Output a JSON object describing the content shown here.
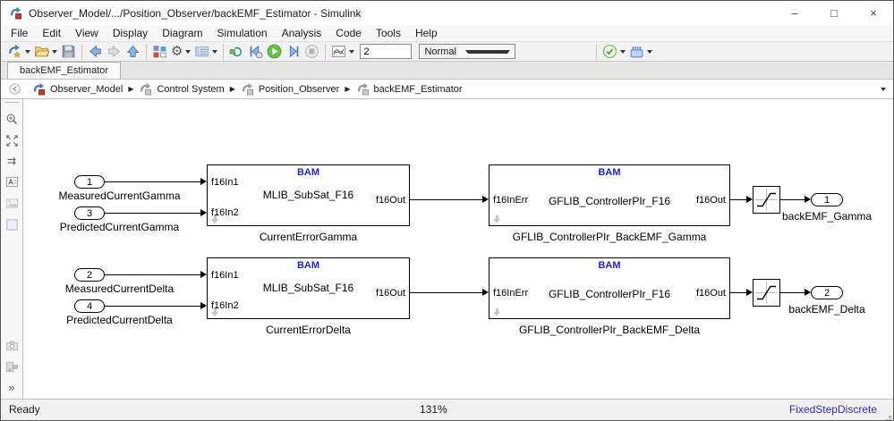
{
  "window": {
    "title": "Observer_Model/.../Position_Observer/backEMF_Estimator - Simulink",
    "minimize_glyph": "–",
    "maximize_glyph": "□",
    "close_glyph": "×"
  },
  "menu": {
    "items": [
      "File",
      "Edit",
      "View",
      "Display",
      "Diagram",
      "Simulation",
      "Analysis",
      "Code",
      "Tools",
      "Help"
    ]
  },
  "toolbar": {
    "stop_time": "2",
    "sim_mode": "Normal"
  },
  "tabs": [
    {
      "label": "backEMF_Estimator"
    }
  ],
  "breadcrumb": {
    "items": [
      "Observer_Model",
      "Control System",
      "Position_Observer",
      "backEMF_Estimator"
    ],
    "separator": "▶"
  },
  "icons": {
    "gear": "⚙",
    "signal_routing": "⇉",
    "expand_chevrons": "»"
  },
  "colors": {
    "bam_badge": "#2222cc",
    "run_green": "#66b84d",
    "solver_text": "#2e2eb8",
    "accent_blue": "#4a7ab5"
  },
  "canvas": {
    "rows": [
      {
        "inport_a": {
          "num": "1",
          "label": "MeasuredCurrentGamma"
        },
        "inport_b": {
          "num": "3",
          "label": "PredictedCurrentGamma"
        },
        "block1": {
          "badge": "BAM",
          "name": "MLIB_SubSat_F16",
          "port_in1": "f16In1",
          "port_in2": "f16In2",
          "port_out": "f16Out",
          "caption": "CurrentErrorGamma"
        },
        "block2": {
          "badge": "BAM",
          "name": "GFLIB_ControllerPIr_F16",
          "port_in": "f16InErr",
          "port_out": "f16Out",
          "caption": "GFLIB_ControllerPIr_BackEMF_Gamma"
        },
        "outport": {
          "num": "1",
          "label": "backEMF_Gamma"
        }
      },
      {
        "inport_a": {
          "num": "2",
          "label": "MeasuredCurrentDelta"
        },
        "inport_b": {
          "num": "4",
          "label": "PredictedCurrentDelta"
        },
        "block1": {
          "badge": "BAM",
          "name": "MLIB_SubSat_F16",
          "port_in1": "f16In1",
          "port_in2": "f16In2",
          "port_out": "f16Out",
          "caption": "CurrentErrorDelta"
        },
        "block2": {
          "badge": "BAM",
          "name": "GFLIB_ControllerPIr_F16",
          "port_in": "f16InErr",
          "port_out": "f16Out",
          "caption": "GFLIB_ControllerPIr_BackEMF_Delta"
        },
        "outport": {
          "num": "2",
          "label": "backEMF_Delta"
        }
      }
    ]
  },
  "statusbar": {
    "status": "Ready",
    "zoom": "131%",
    "solver": "FixedStepDiscrete"
  }
}
